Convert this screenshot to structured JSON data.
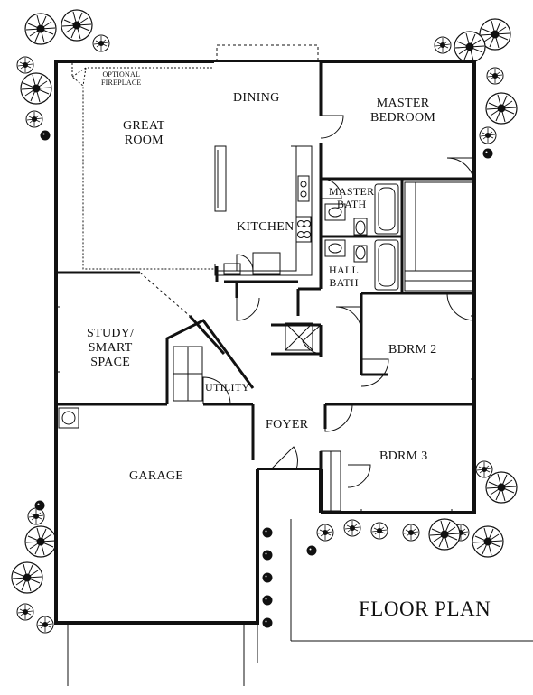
{
  "plan": {
    "title": "FLOOR PLAN",
    "rooms": {
      "great_room": [
        "GREAT",
        "ROOM"
      ],
      "optional_fireplace": [
        "OPTIONAL",
        "FIREPLACE"
      ],
      "dining": "DINING",
      "master_bedroom": [
        "MASTER",
        "BEDROOM"
      ],
      "master_bath": [
        "MASTER",
        "BATH"
      ],
      "kitchen": "KITCHEN",
      "hall_bath": [
        "HALL",
        "BATH"
      ],
      "study": [
        "STUDY/",
        "SMART",
        "SPACE"
      ],
      "bdrm2": "BDRM 2",
      "utility": "UTILITY",
      "foyer": "FOYER",
      "bdrm3": "BDRM 3",
      "garage": "GARAGE"
    }
  },
  "colors": {
    "ink": "#111111",
    "background": "#ffffff"
  }
}
